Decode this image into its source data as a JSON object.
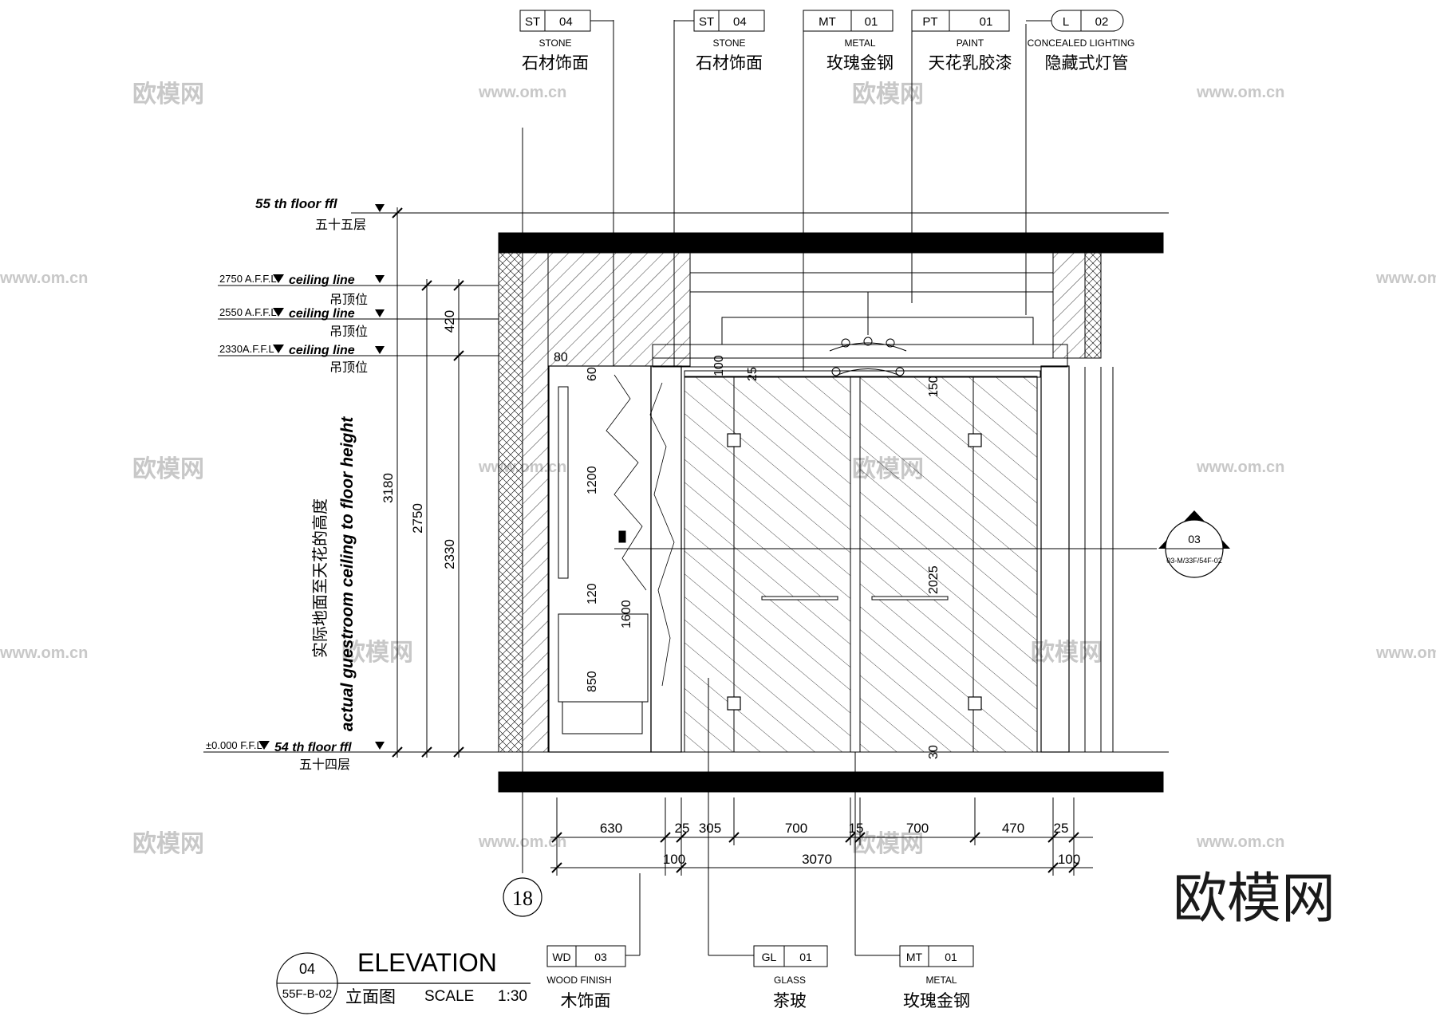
{
  "title": {
    "number": "04",
    "sheet": "55F-B-02",
    "name": "ELEVATION",
    "name_cn": "立面图",
    "scale_label": "SCALE",
    "scale": "1:30"
  },
  "top_tags": [
    {
      "code": "ST",
      "num": "04",
      "en": "STONE",
      "cn": "石材饰面"
    },
    {
      "code": "ST",
      "num": "04",
      "en": "STONE",
      "cn": "石材饰面"
    },
    {
      "code": "MT",
      "num": "01",
      "en": "METAL",
      "cn": "玫瑰金钢"
    },
    {
      "code": "PT",
      "num": "01",
      "en": "PAINT",
      "cn": "天花乳胶漆"
    },
    {
      "code": "L",
      "num": "02",
      "en": "CONCEALED LIGHTING",
      "cn": "隐藏式灯管"
    }
  ],
  "bottom_tags": [
    {
      "code": "WD",
      "num": "03",
      "en": "WOOD FINISH",
      "cn": "木饰面"
    },
    {
      "code": "GL",
      "num": "01",
      "en": "GLASS",
      "cn": "茶玻"
    },
    {
      "code": "MT",
      "num": "01",
      "en": "METAL",
      "cn": "玫瑰金钢"
    }
  ],
  "levels": [
    {
      "prefix": "",
      "label": "55 th floor ffl",
      "cn": "五十五层"
    },
    {
      "prefix": "2750 A.F.F.L",
      "label": "ceiling line",
      "cn": "吊顶位"
    },
    {
      "prefix": "2550 A.F.F.L",
      "label": "ceiling line",
      "cn": "吊顶位"
    },
    {
      "prefix": "2330A.F.F.L",
      "label": "ceiling line",
      "cn": "吊顶位"
    },
    {
      "prefix": "±0.000 F.F.L",
      "label": "54 th floor ffl",
      "cn": "五十四层"
    }
  ],
  "height_note": {
    "cn": "实际地面至天花的高度",
    "en": "actual guestroom ceiling to floor height"
  },
  "vertical_dims": [
    "3180",
    "2750",
    "420",
    "2330"
  ],
  "inner_dims": [
    "80",
    "60",
    "100",
    "25",
    "150",
    "1200",
    "120",
    "1600",
    "850",
    "2025",
    "30"
  ],
  "horizontal_dims_row1": [
    "630",
    "25",
    "305",
    "700",
    "15",
    "700",
    "470",
    "25"
  ],
  "horizontal_dims_row2": [
    "100",
    "3070",
    "100"
  ],
  "grid_bubble": "18",
  "section_marker": {
    "num": "03",
    "ref": "03-M/33F/54F-02"
  },
  "watermark": {
    "cn": "欧模网",
    "url": "www.om.cn"
  }
}
